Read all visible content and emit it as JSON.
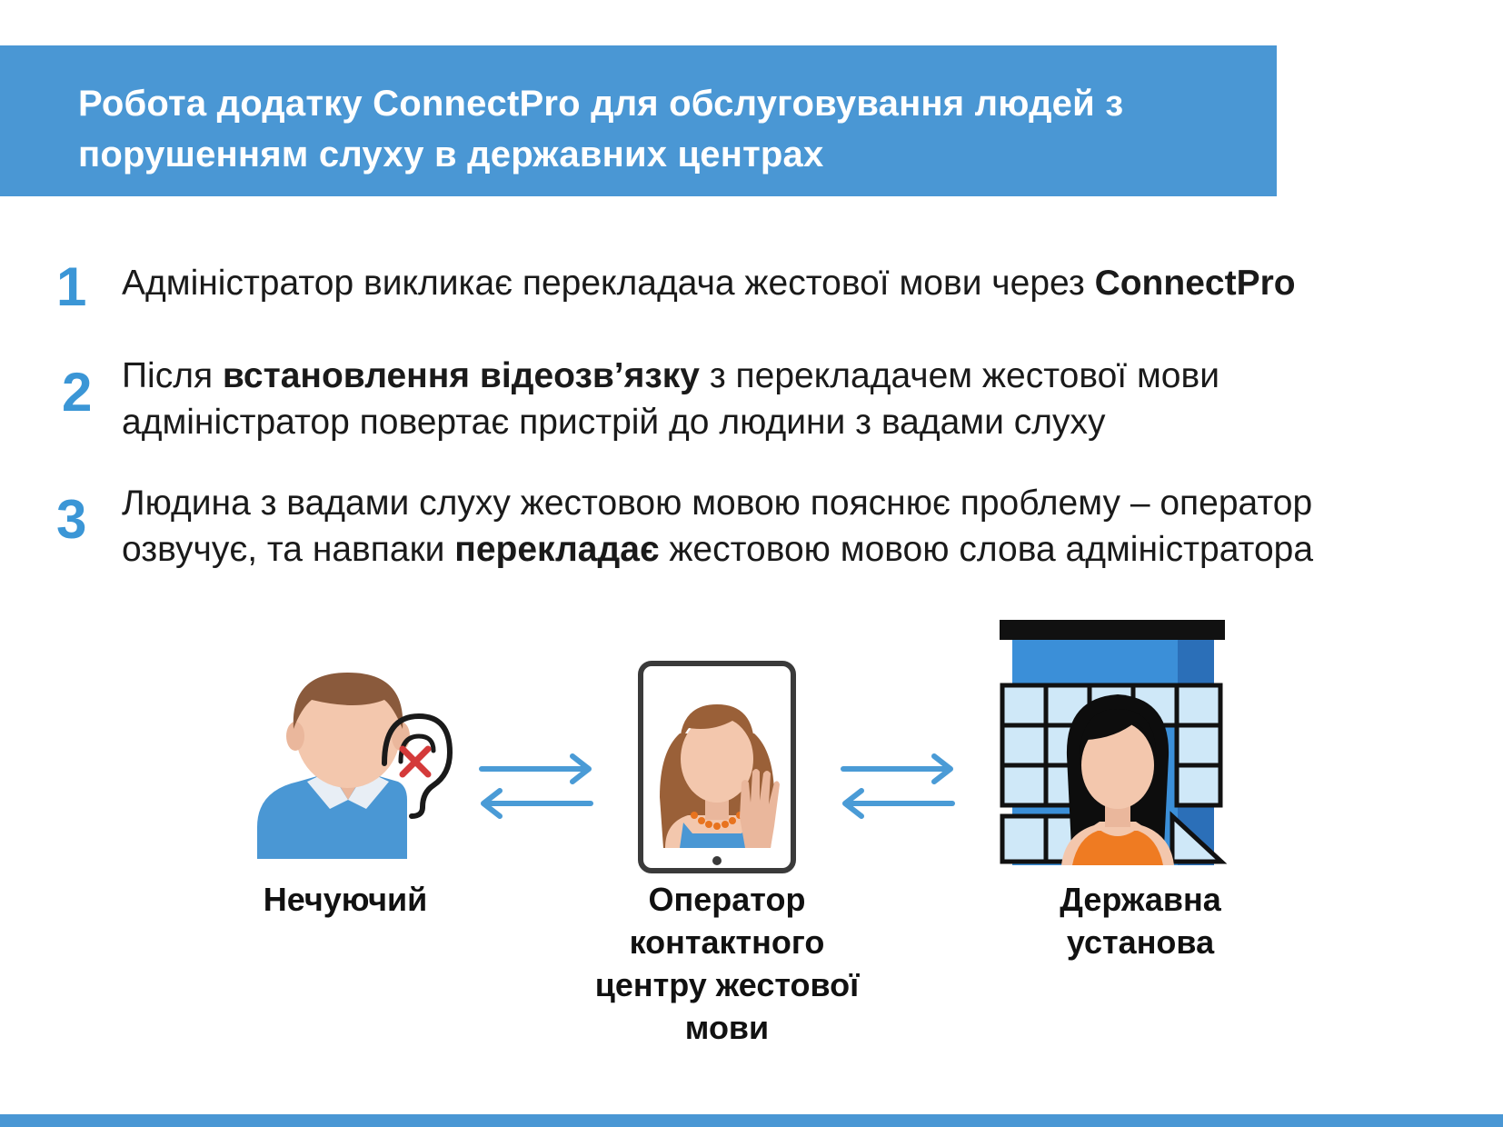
{
  "title": "Робота додатку ConnectPro для обслуговування  людей з\nпорушенням слуху в державних центрах",
  "steps": [
    {
      "number": "1",
      "segments": [
        {
          "text": "Адміністратор викликає перекладача жестової мови через ",
          "bold": false
        },
        {
          "text": "ConnectPro",
          "bold": true
        }
      ]
    },
    {
      "number": "2",
      "segments": [
        {
          "text": "Після ",
          "bold": false
        },
        {
          "text": "встановлення відеозв’язку",
          "bold": true
        },
        {
          "text": " з перекладачем жестової мови",
          "bold": false
        },
        {
          "br": true
        },
        {
          "text": "адміністратор повертає пристрій до людини з вадами слуху",
          "bold": false
        }
      ]
    },
    {
      "number": "3",
      "segments": [
        {
          "text": "Людина з вадами слуху жестовою мовою пояснює проблему – оператор",
          "bold": false
        },
        {
          "br": true
        },
        {
          "text": "озвучує, та навпаки ",
          "bold": false
        },
        {
          "text": "перекладає",
          "bold": true
        },
        {
          "text": " жестовою мовою слова адміністратора",
          "bold": false
        }
      ]
    }
  ],
  "diagram": {
    "nodes": [
      {
        "id": "deaf-person",
        "label": "Нечуючий",
        "icon": "deaf-person-icon"
      },
      {
        "id": "operator",
        "label": "Оператор\nконтактного\nцентру жестової\nмови",
        "icon": "tablet-operator-icon"
      },
      {
        "id": "government",
        "label": "Державна\nустанова",
        "icon": "government-building-icon"
      }
    ],
    "connectors": [
      "bidirectional-arrows",
      "bidirectional-arrows"
    ]
  },
  "colors": {
    "accent": "#4a97d4",
    "step_number": "#3b96d6",
    "arrow": "#4a9bd6",
    "cross": "#d43a3a"
  }
}
